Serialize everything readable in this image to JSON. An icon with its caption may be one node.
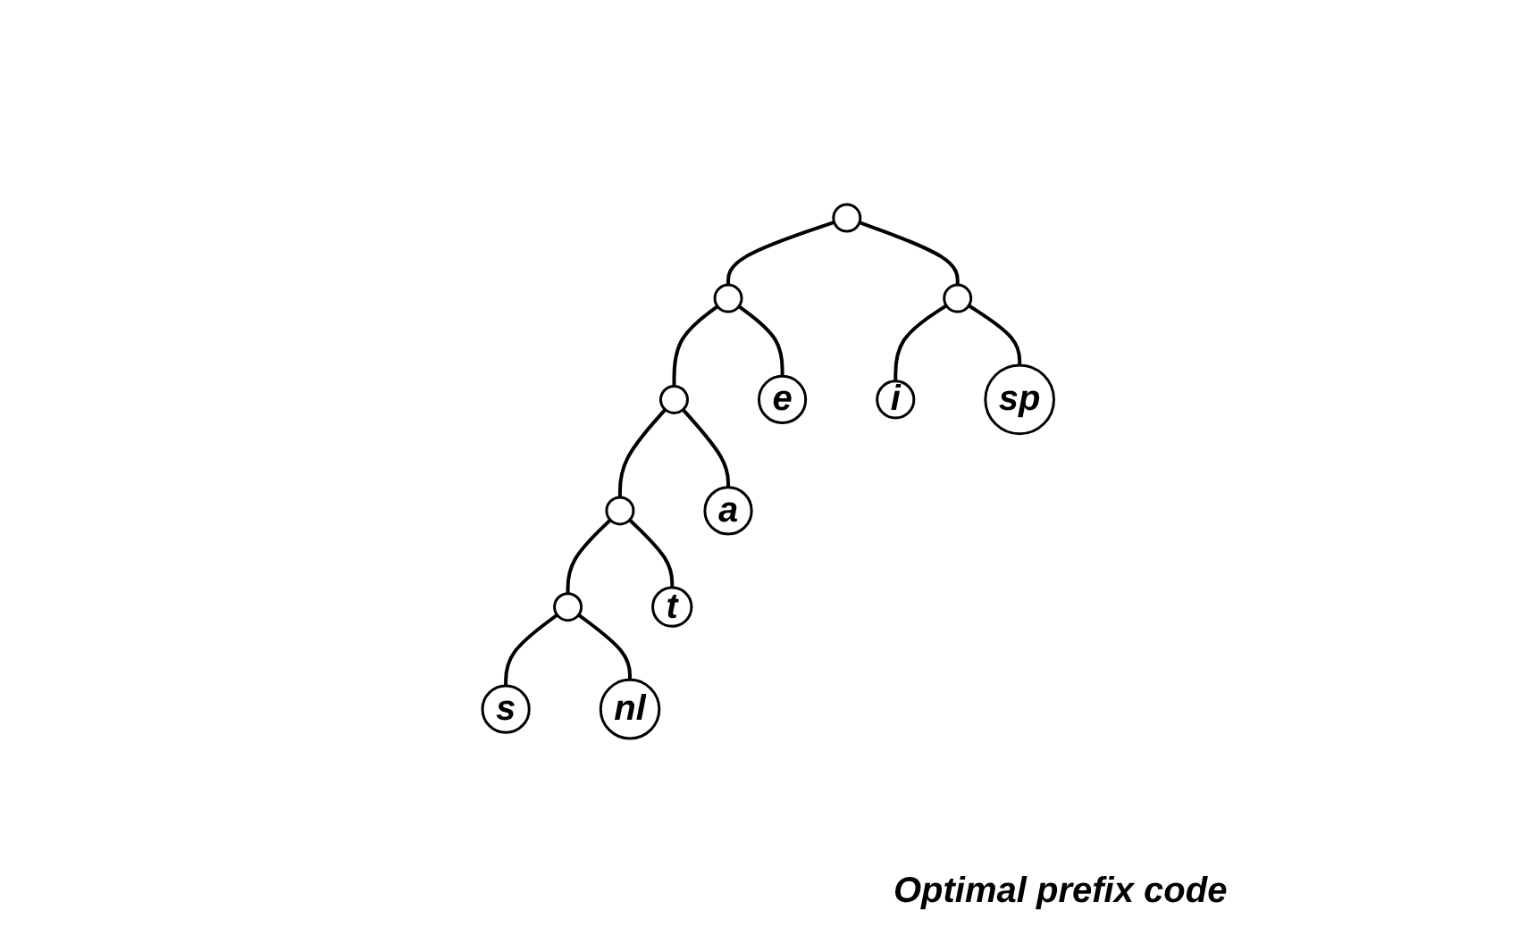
{
  "diagram": {
    "caption": "Optimal prefix code",
    "nodes": [
      {
        "text": [],
        "shape": "circle"
      },
      {
        "text": [],
        "shape": "circle"
      },
      {
        "text": [],
        "shape": "circle"
      },
      {
        "text": [],
        "shape": "circle"
      },
      {
        "text": [
          "e"
        ]
      },
      {
        "text": [
          "i"
        ]
      },
      {
        "text": [
          "sp"
        ]
      },
      {
        "text": [],
        "shape": "circle"
      },
      {
        "text": [
          "a"
        ]
      },
      {
        "text": [],
        "shape": "circle"
      },
      {
        "text": [
          "t"
        ]
      },
      {
        "text": [
          "s"
        ]
      },
      {
        "text": [
          "nl"
        ]
      }
    ],
    "edges": [
      {
        "from": 0,
        "to": 1,
        "arrow": "none"
      },
      {
        "from": 0,
        "to": 2,
        "arrow": "none"
      },
      {
        "from": 1,
        "to": 3,
        "arrow": "none"
      },
      {
        "from": 1,
        "to": 4,
        "arrow": "none"
      },
      {
        "from": 2,
        "to": 5,
        "arrow": "none"
      },
      {
        "from": 2,
        "to": 6,
        "arrow": "none"
      },
      {
        "from": 3,
        "to": 7,
        "arrow": "none"
      },
      {
        "from": 3,
        "to": 8,
        "arrow": "none"
      },
      {
        "from": 7,
        "to": 9,
        "arrow": "none"
      },
      {
        "from": 7,
        "to": 10,
        "arrow": "none"
      },
      {
        "from": 9,
        "to": 11,
        "arrow": "none"
      },
      {
        "from": 9,
        "to": 12,
        "arrow": "none"
      }
    ]
  }
}
